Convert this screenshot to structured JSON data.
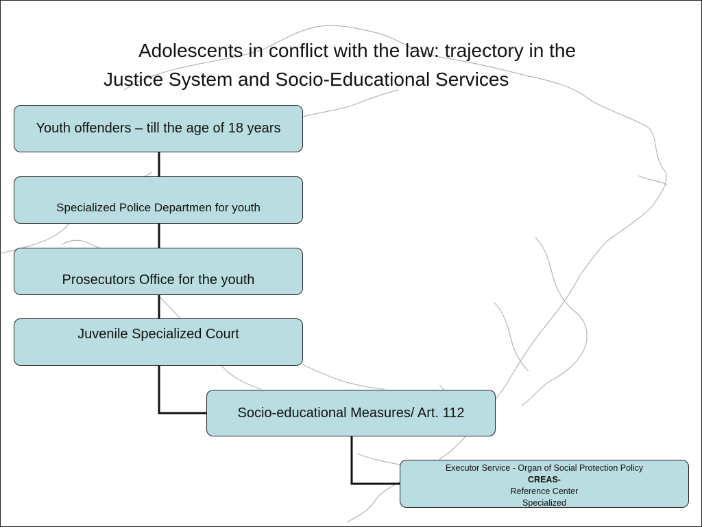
{
  "title": {
    "line1": "Adolescents in conflict with the law: trajectory in the",
    "line2": "Justice System and Socio-Educational Services"
  },
  "boxes": {
    "youth_offenders": "Youth offenders – till the age of 18 years",
    "police": "Specialized Police Departmen for youth",
    "prosecutors": "Prosecutors Office for the youth",
    "court": "Juvenile Specialized Court",
    "measures": "Socio-educational Measures/ Art. 112",
    "executor": {
      "line1": "Executor Service -  Organ of Social Protection Policy",
      "line2": "CREAS-",
      "line3": "Reference Center",
      "line4": "Specialized"
    }
  },
  "colors": {
    "box_fill": "#b9dde0",
    "box_border": "#222222",
    "connector": "#111111",
    "map_outline": "#b4b4b4"
  },
  "icons": {
    "background": "coastline-map-outline"
  }
}
